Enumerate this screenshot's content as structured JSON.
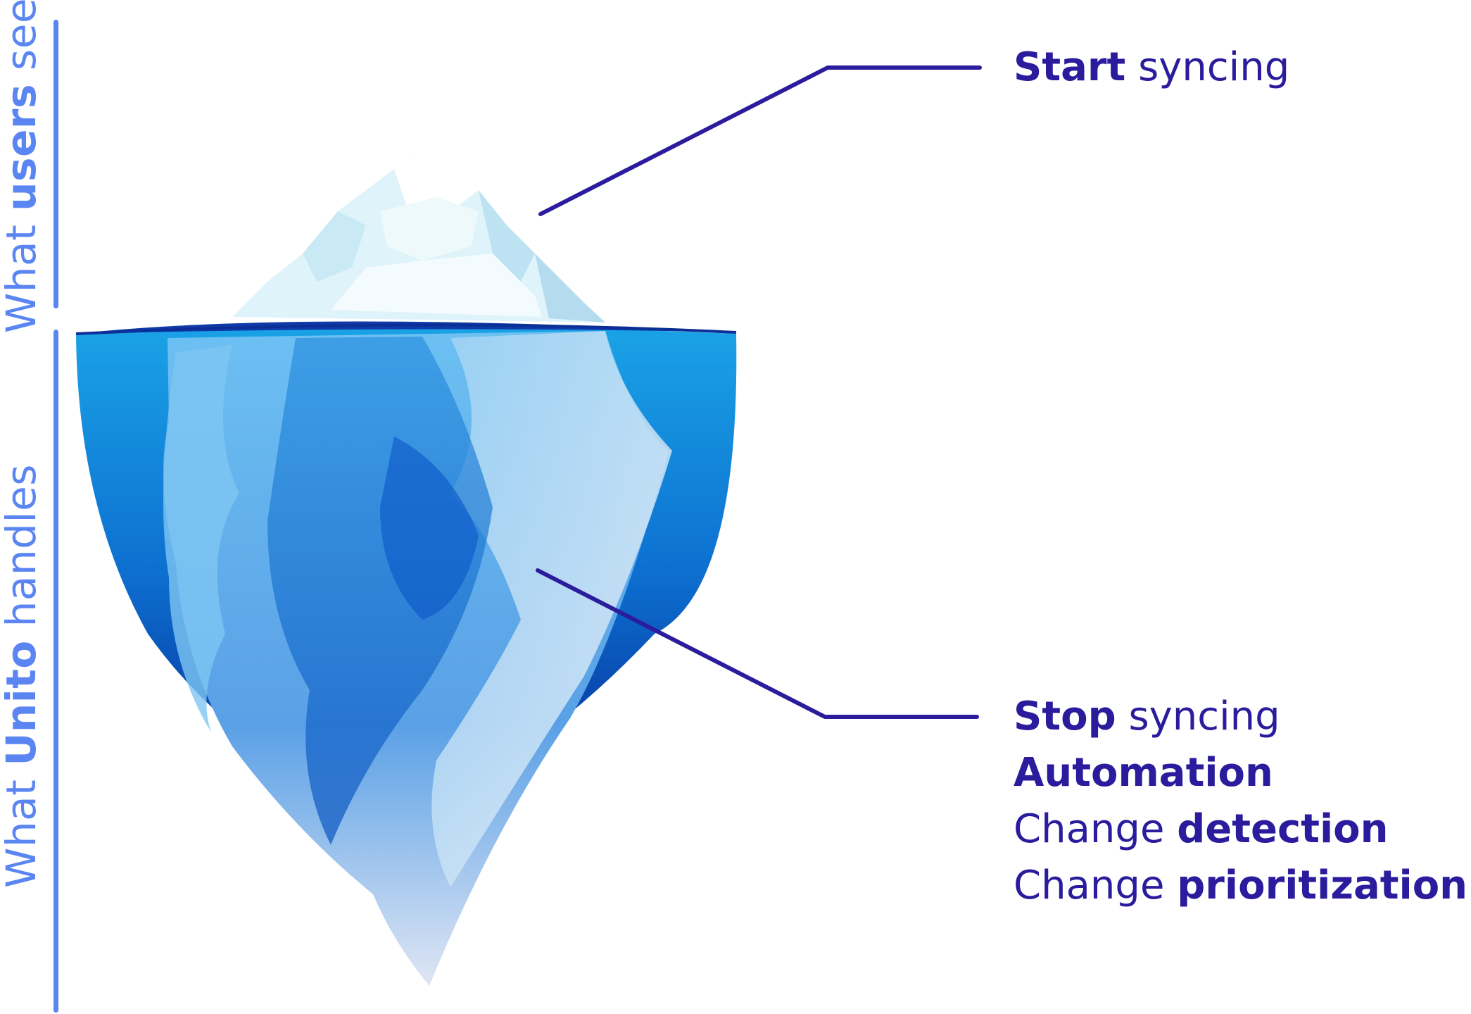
{
  "side_labels": {
    "top": {
      "prefix": "What ",
      "bold": "users",
      "suffix": " see"
    },
    "bottom": {
      "prefix": "What ",
      "bold": "Unito",
      "suffix": " handles"
    }
  },
  "callouts": {
    "top": [
      {
        "bold": "Start",
        "rest": " syncing"
      }
    ],
    "bottom": [
      {
        "bold": "Stop",
        "rest": " syncing"
      },
      {
        "bold": "Automation",
        "rest": ""
      },
      {
        "pre": "Change ",
        "bold": "detection"
      },
      {
        "pre": "Change ",
        "bold": "prioritization"
      }
    ]
  },
  "colors": {
    "side": "#5b86f2",
    "callout": "#2a1c9c",
    "water_top": "#1a9be0",
    "water_bottom": "#0a2f9a",
    "ice": "#e9f7fb"
  }
}
